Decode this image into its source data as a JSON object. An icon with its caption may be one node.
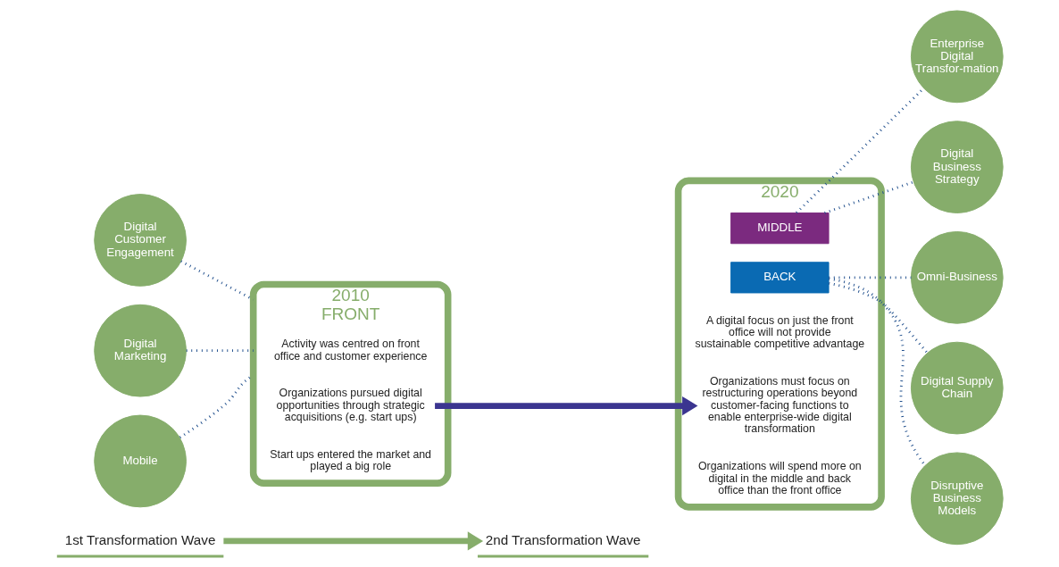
{
  "diagram": {
    "nodes": [
      {
        "text": [
          "1st Transformation Wave"
        ]
      },
      {
        "text": [
          "2nd Transformation Wave"
        ]
      },
      {
        "text": [
          "2010",
          "FRONT"
        ]
      },
      {
        "text": [
          "Activity was centred on front office and customer experience"
        ],
        "in": 2
      },
      {
        "text": [
          "Organizations pursued digital opportunities through strategic acquisitions (e.g. start ups)"
        ],
        "in": 2
      },
      {
        "text": [
          "Start ups entered the market and played a big role"
        ],
        "in": 2
      },
      {
        "text": [
          "2020"
        ]
      },
      {
        "text": [
          "MIDDLE"
        ],
        "in": 6
      },
      {
        "text": [
          "BACK"
        ],
        "in": 6
      },
      {
        "text": [
          "A digital focus on just the front office will not provide sustainable competitive advantage"
        ],
        "in": 6
      },
      {
        "text": [
          "Organizations must focus on restructuring operations beyond customer-facing functions to enable enterprise-wide digital transformation"
        ],
        "in": 6
      },
      {
        "text": [
          "Organizations will spend more on digital in the middle and back office than the front office"
        ],
        "in": 6
      },
      {
        "text": [
          "Digital Customer Engagement"
        ]
      },
      {
        "text": [
          "Digital Marketing"
        ]
      },
      {
        "text": [
          "Mobile"
        ]
      },
      {
        "text": [
          "Enterprise Digital Transfor-mation"
        ]
      },
      {
        "text": [
          "Digital Business Strategy"
        ]
      },
      {
        "text": [
          "Omni-Business"
        ]
      },
      {
        "text": [
          "Digital Supply Chain"
        ]
      },
      {
        "text": [
          "Disruptive Business Models"
        ]
      }
    ],
    "edges": [
      {
        "from": 0,
        "to": 1,
        "arrow": "to",
        "style": "thick",
        "color": "#86ad6b"
      },
      {
        "from": 4,
        "to": 10,
        "arrow": "to",
        "style": "thick",
        "color": "#3b3590"
      },
      {
        "from": 12,
        "to": 2,
        "arrow": "none",
        "style": "dashed"
      },
      {
        "from": 13,
        "to": 2,
        "arrow": "none",
        "style": "dashed"
      },
      {
        "from": 14,
        "to": 2,
        "arrow": "none",
        "style": "dashed"
      },
      {
        "from": 7,
        "to": 15,
        "arrow": "none",
        "style": "dashed"
      },
      {
        "from": 7,
        "to": 16,
        "arrow": "none",
        "style": "dashed"
      },
      {
        "from": 8,
        "to": 17,
        "arrow": "none",
        "style": "dashed"
      },
      {
        "from": 8,
        "to": 18,
        "arrow": "none",
        "style": "dashed"
      },
      {
        "from": 8,
        "to": 19,
        "arrow": "none",
        "style": "dashed"
      }
    ]
  }
}
